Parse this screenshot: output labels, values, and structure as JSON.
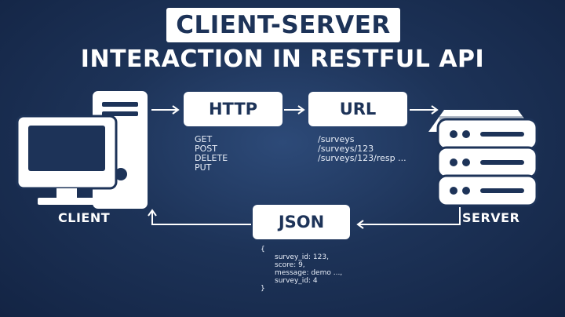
{
  "title": {
    "line1": "CLIENT-SERVER",
    "line2": "INTERACTION IN RESTFUL API"
  },
  "client": {
    "label": "CLIENT"
  },
  "server": {
    "label": "SERVER"
  },
  "http": {
    "label": "HTTP",
    "methods": [
      "GET",
      "POST",
      "DELETE",
      "PUT"
    ]
  },
  "url": {
    "label": "URL",
    "paths": [
      "/surveys",
      "/surveys/123",
      "/surveys/123/resp ..."
    ]
  },
  "json": {
    "label": "JSON",
    "open_brace": "{",
    "fields": [
      "survey_id: 123,",
      "score: 9,",
      "message: demo ...,",
      "survey_id: 4"
    ],
    "close_brace": "}"
  },
  "colors": {
    "background": "#1d3358",
    "accent": "#ffffff",
    "dark_text": "#1d3358"
  }
}
